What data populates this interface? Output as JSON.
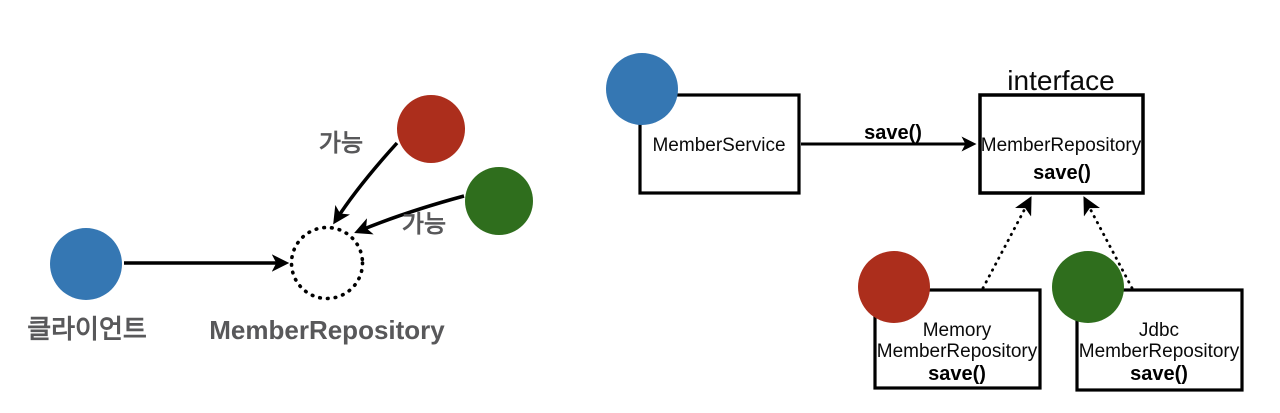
{
  "left_diagram": {
    "client_label": "클라이언트",
    "repository_label": "MemberRepository",
    "possible_label_top": "가능",
    "possible_label_right": "가능"
  },
  "right_diagram": {
    "interface_caption": "interface",
    "service_box": {
      "title": "MemberService"
    },
    "arrow_label": "save()",
    "interface_box": {
      "title": "MemberRepository",
      "method": "save()"
    },
    "memory_box": {
      "line1": "Memory",
      "line2": "MemberRepository",
      "method": "save()"
    },
    "jdbc_box": {
      "line1": "Jdbc",
      "line2": "MemberRepository",
      "method": "save()"
    }
  },
  "colors": {
    "client_blue": "#3577b3",
    "memory_red": "#ac2e1c",
    "jdbc_green": "#2f6e1d",
    "label_gray": "#58585a",
    "line_black": "#000000"
  }
}
